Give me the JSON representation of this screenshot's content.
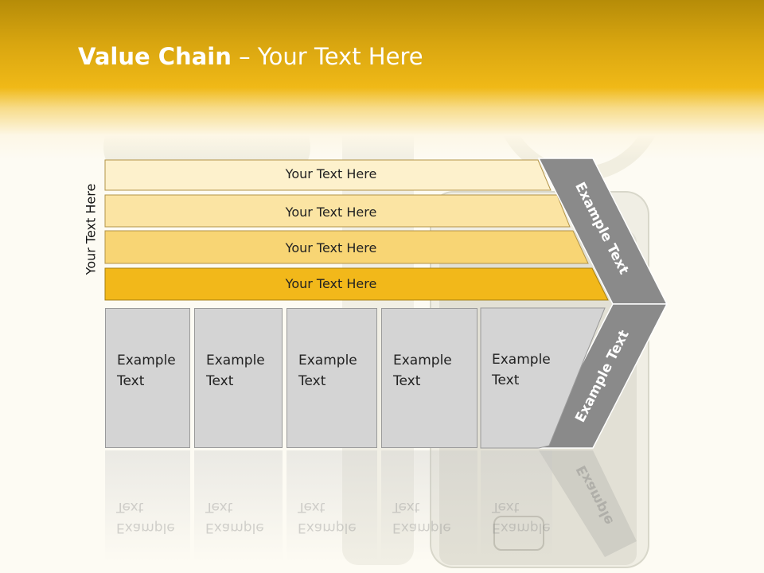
{
  "title": {
    "bold": "Value Chain",
    "rest": " – Your Text Here"
  },
  "side_label": "Your Text Here",
  "rows": [
    {
      "label": "Your Text Here",
      "color": "#fdf1cc"
    },
    {
      "label": "Your Text Here",
      "color": "#fbe4a3"
    },
    {
      "label": "Your Text Here",
      "color": "#f8d574"
    },
    {
      "label": "Your Text Here",
      "color": "#f2b81a"
    }
  ],
  "boxes": [
    {
      "label": "Example\nText"
    },
    {
      "label": "Example\nText"
    },
    {
      "label": "Example\nText"
    },
    {
      "label": "Example\nText"
    },
    {
      "label": "Example\nText"
    }
  ],
  "chevron_top_label": "Example Text",
  "chevron_bottom_label": "Example Text",
  "chevron_reflection_label": "Example",
  "colors": {
    "chevron": "#8a8a8a",
    "box": "#d4d4d4",
    "accent": "#f0b917"
  }
}
